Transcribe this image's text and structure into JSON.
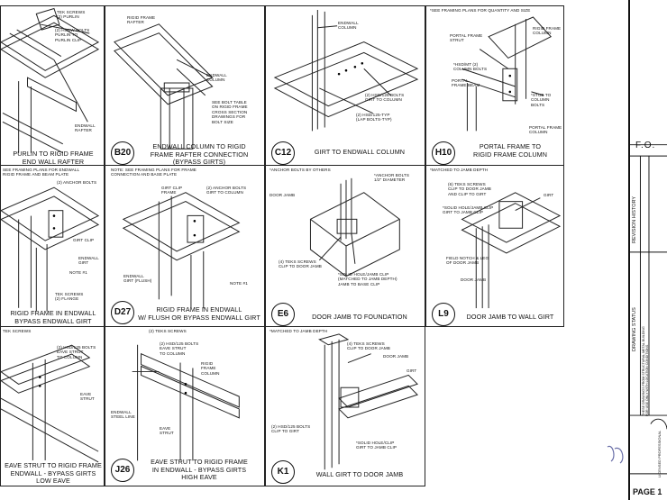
{
  "details": [
    {
      "id": "a1",
      "tag": "",
      "title": "PURLIN TO RIGID FRAME\nEND WALL RAFTER CONNECTION",
      "notes": [
        "TEK SCREWS\n(2) PURLIN",
        "(2) HSDW BOLTS\nPURLIN TO\nPURLIN CLIP",
        "ENDWALL\nRAFTER"
      ]
    },
    {
      "id": "a2",
      "tag": "B20",
      "title": "ENDWALL COLUMN TO RIGID\nFRAME RAFTER CONNECTION\n(BYPASS GIRTS)",
      "notes": [
        "RIGID FRAME\nRAFTER",
        "ENDWALL\nCOLUMN",
        "SEE BOLT TABLE\nON RIGID FRAME\nCROSS SECTION\nDRAWINGS FOR\nBOLT SIZE"
      ]
    },
    {
      "id": "a3",
      "tag": "C12",
      "title": "GIRT TO ENDWALL COLUMN",
      "notes": [
        "ENDWALL\nCOLUMN",
        "(2) HSD/125 BOLTS\nGIRT TO COLUMN",
        "(2) HSD/125-TYP\n(LAP BOLTS-TYP)"
      ]
    },
    {
      "id": "a4",
      "tag": "H10",
      "title": "PORTAL FRAME TO\nRIGID FRAME COLUMN",
      "notes": [
        "*SEE FRAMING PLANS FOR QUANTITY AND SIZE",
        "PORTAL FRAME\nSTRUT",
        "RIGID FRAME\nCOLUMN",
        "*HSD/MT (2)\nCOLUMN BOLTS",
        "PORTAL\nFRAME BEAM",
        "*STUB TO\nCOLUMN BOLTS",
        "PORTAL FRAME\nCOLUMN"
      ]
    },
    {
      "id": "b1",
      "tag": "",
      "title": "RIGID FRAME IN ENDWALL\nBYPASS ENDWALL GIRT",
      "notes": [
        "SEE FRAMING PLANS FOR ENDWALL\nRIGID FRAME AND BEAM PLATE",
        "(2) ANCHOR BOLTS",
        "GIRT CLIP",
        "NOTE #1",
        "TEK SCREWS\n(2) FLANGE",
        "ENDWALL\nGIRT"
      ]
    },
    {
      "id": "b2",
      "tag": "D27",
      "title": "RIGID FRAME IN ENDWALL\nW/ FLUSH OR BYPASS ENDWALL GIRT",
      "notes": [
        "NOTE: SEE FRAMING PLANS FOR FRAME\nCONNECTION AND BASE PLATE",
        "(2) ANCHOR BOLTS\nGIRT TO COLUMN",
        "GIRT CLIP\nFRAME",
        "NOTE #1",
        "ENDWALL\nGIRT (FLUSH)"
      ]
    },
    {
      "id": "b3",
      "tag": "E6",
      "title": "DOOR JAMB TO FOUNDATION",
      "notes": [
        "*ANCHOR BOLTS BY OTHERS",
        "*ANCHOR BOLTS\n1/2\" DIAMETER",
        "DOOR JAMB",
        "(4) TEKS SCREWS\nCLIP TO DOOR JAMB",
        "*SOLID HOLE/JAMB CLIP\n(MATCHED TO JAMB DEPTH)\nJAMB TO BASE CLIP"
      ]
    },
    {
      "id": "b4",
      "tag": "L9",
      "title": "DOOR JAMB TO WALL GIRT",
      "notes": [
        "*MATCHED TO JAMB DEPTH",
        "(6) TEKS SCREWS\nCLIP TO DOOR JAMB\nAND CLIP TO GIRT",
        "*SOLID HOLE/JAMB CLIP\nGIRT TO JAMB CLIP",
        "GIRT",
        "FIELD NOTCH & LEG\nOF DOOR JAMB",
        "DOOR JAMB"
      ]
    },
    {
      "id": "c1",
      "tag": "",
      "title": "EAVE STRUT TO RIGID FRAME\nENDWALL - BYPASS GIRTS\nLOW EAVE",
      "notes": [
        "TEK SCREWS",
        "(2) HSD/125 BOLTS\nEAVE STRUT\nTO COLUMN",
        "EAVE\nSTRUT"
      ]
    },
    {
      "id": "c2",
      "tag": "J26",
      "title": "EAVE STRUT TO RIGID FRAME\nIN ENDWALL - BYPASS GIRTS\nHIGH EAVE",
      "notes": [
        "(2) TEKS SCREWS",
        "(2) HSD/125 BOLTS\nEAVE STRUT\nTO COLUMN",
        "RIGID\nFRAME\nCOLUMN",
        "EAVE\nSTRUT",
        "ENDWALL\nSTEEL LINE"
      ]
    },
    {
      "id": "c3",
      "tag": "K1",
      "title": "WALL GIRT TO DOOR JAMB",
      "notes": [
        "*MATCHED TO JAMB DEPTH",
        "(4) TEKS SCREWS\nCLIP TO DOOR JAMB",
        "DOOR JAMB",
        "GIRT",
        "(2) HSD/125 BOLTS\nCLIP TO GIRT",
        "*SOLID HOLE/CLIP\nGIRT TO JAMB CLIP"
      ]
    }
  ],
  "title_block": {
    "header": "F.O.",
    "revision": "REVISION HISTORY",
    "status": "DRAWING STATUS",
    "status_note": "THESE DRAWINGS FROM STRUCTURAL METAL BUILDING\nFOR USE ONLY WITH LOCATION CONDITIONS",
    "seal": "LICENSED PROFESSIONAL",
    "page": "PAGE 1"
  },
  "colors": {
    "line": "#222222",
    "paper": "#ffffff"
  }
}
